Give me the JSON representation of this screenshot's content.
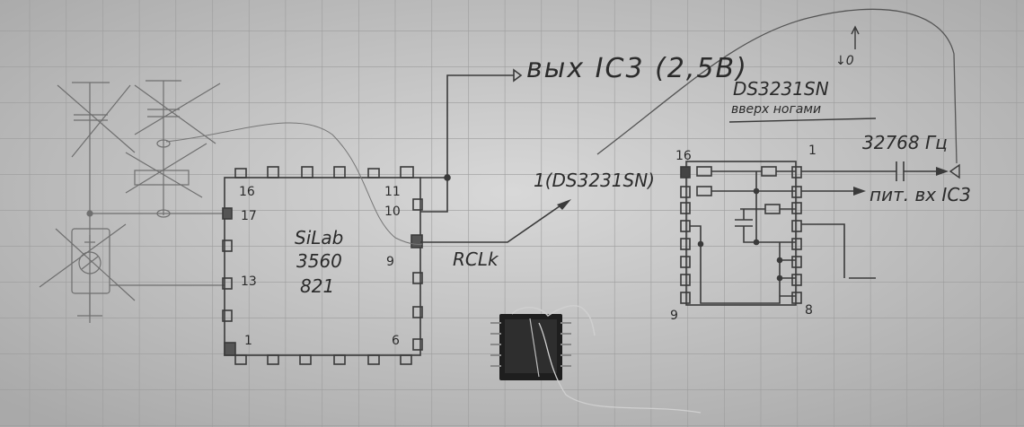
{
  "output_label": "вых IC3 (2,5В)",
  "chip_left": {
    "name_line1": "SiLab",
    "name_line2": "3560",
    "name_line3": "821",
    "pins": {
      "p16": "16",
      "p17": "17",
      "p13": "13",
      "p1": "1",
      "p11": "11",
      "p10": "10",
      "p9": "9",
      "p6": "6"
    }
  },
  "rclk_label": "RCLk",
  "rtc_pin_ref": "1(DS3231SN)",
  "chip_right": {
    "name": "DS3231SN",
    "note": "вверх ногами",
    "pins": {
      "p16": "16",
      "p1": "1",
      "p9": "9",
      "p8": "8"
    }
  },
  "freq_label": "32768 Гц",
  "power_label": "пит. вх IC3",
  "ground_note": "↓0"
}
